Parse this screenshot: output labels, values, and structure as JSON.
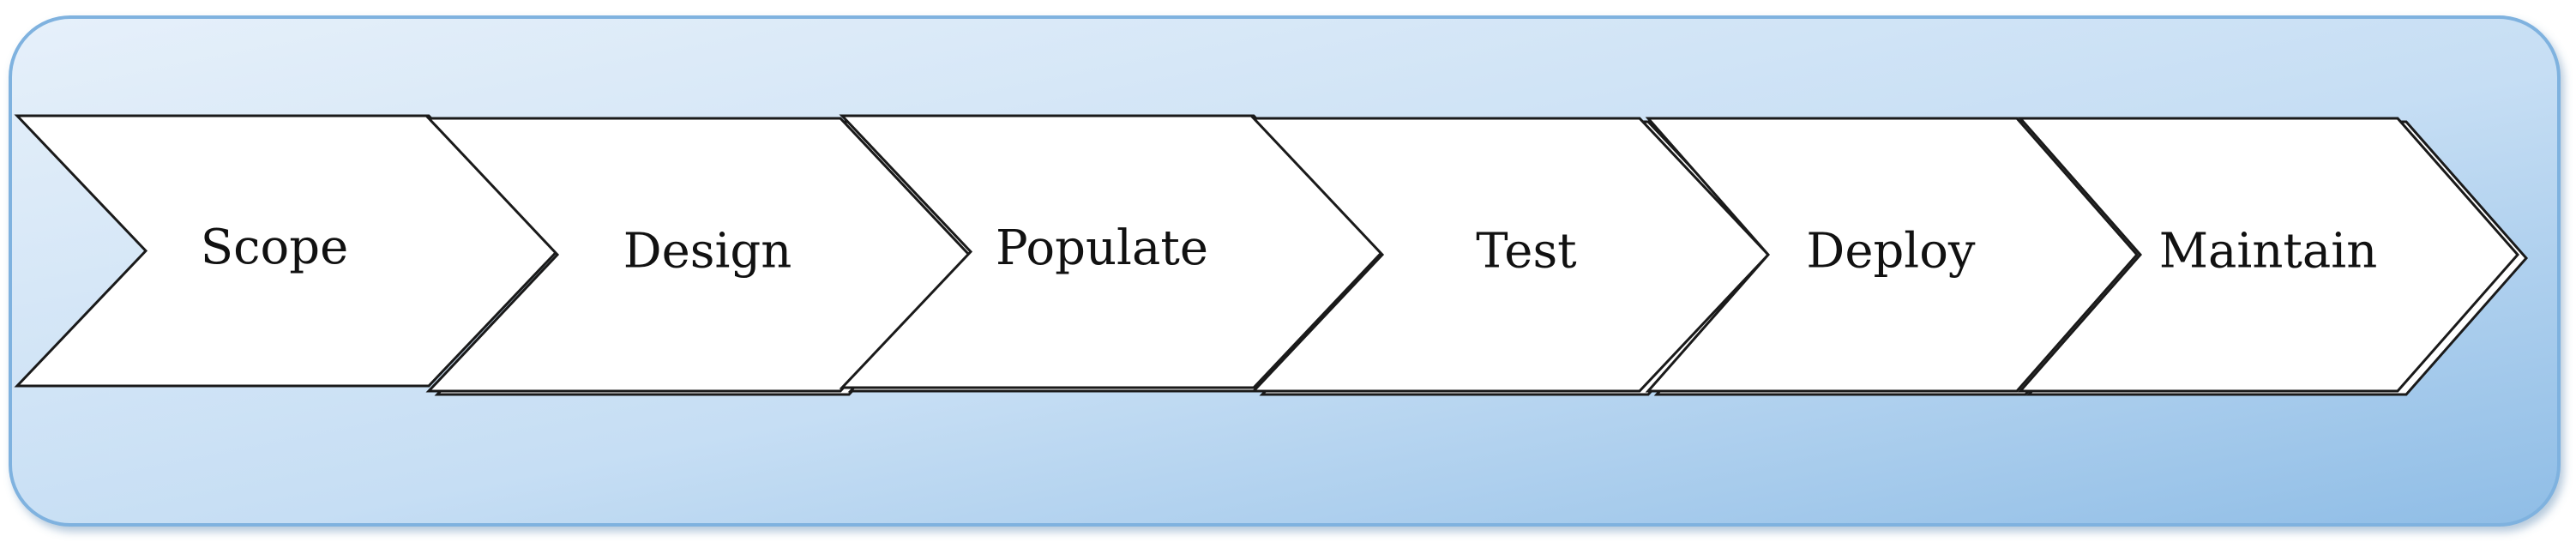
{
  "steps": [
    {
      "label": "Scope"
    },
    {
      "label": "Design"
    },
    {
      "label": "Populate"
    },
    {
      "label": "Test"
    },
    {
      "label": "Deploy"
    },
    {
      "label": "Maintain"
    }
  ],
  "colors": {
    "frame_light": "#e6f0fa",
    "frame_mid": "#c6def4",
    "frame_dark": "#8fbde6",
    "frame_border": "#7fb2df",
    "chevron_fill": "#ffffff",
    "chevron_stroke": "#1a1a1a"
  }
}
